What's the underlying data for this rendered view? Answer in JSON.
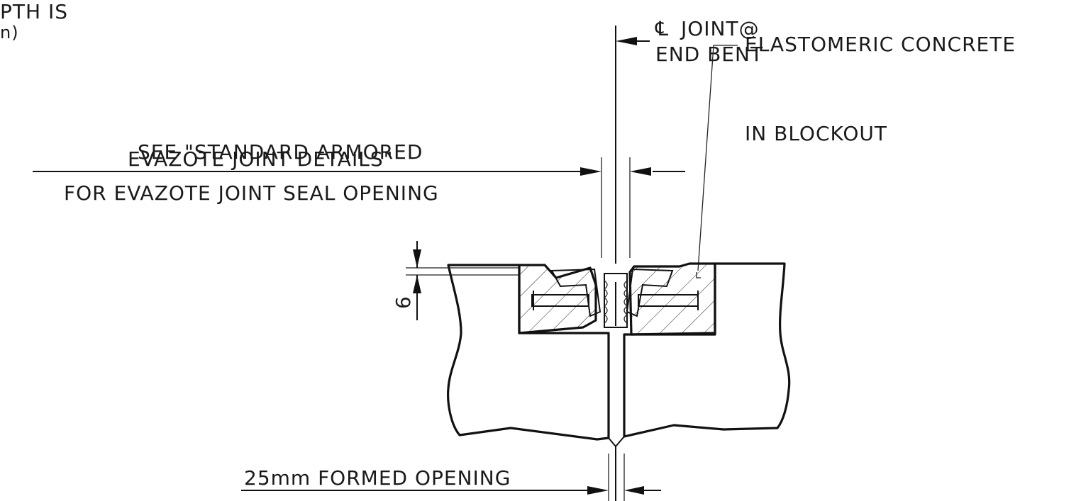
{
  "labels": {
    "corner_line1": "PTH IS",
    "corner_line2": "n)",
    "centerline_symbol": "℄",
    "centerline_line1": "JOINT@",
    "centerline_line2": "END BENT",
    "elastomeric_line1": "ELASTOMERIC CONCRETE",
    "elastomeric_line2": "IN BLOCKOUT",
    "see_line1": "SEE \"STANDARD ARMORED",
    "see_line2": "EVAZOTE JOINT DETAILS\"",
    "see_line3": "FOR EVAZOTE JOINT SEAL OPENING",
    "dimension_6": "6",
    "formed_opening": "25mm FORMED OPENING"
  }
}
